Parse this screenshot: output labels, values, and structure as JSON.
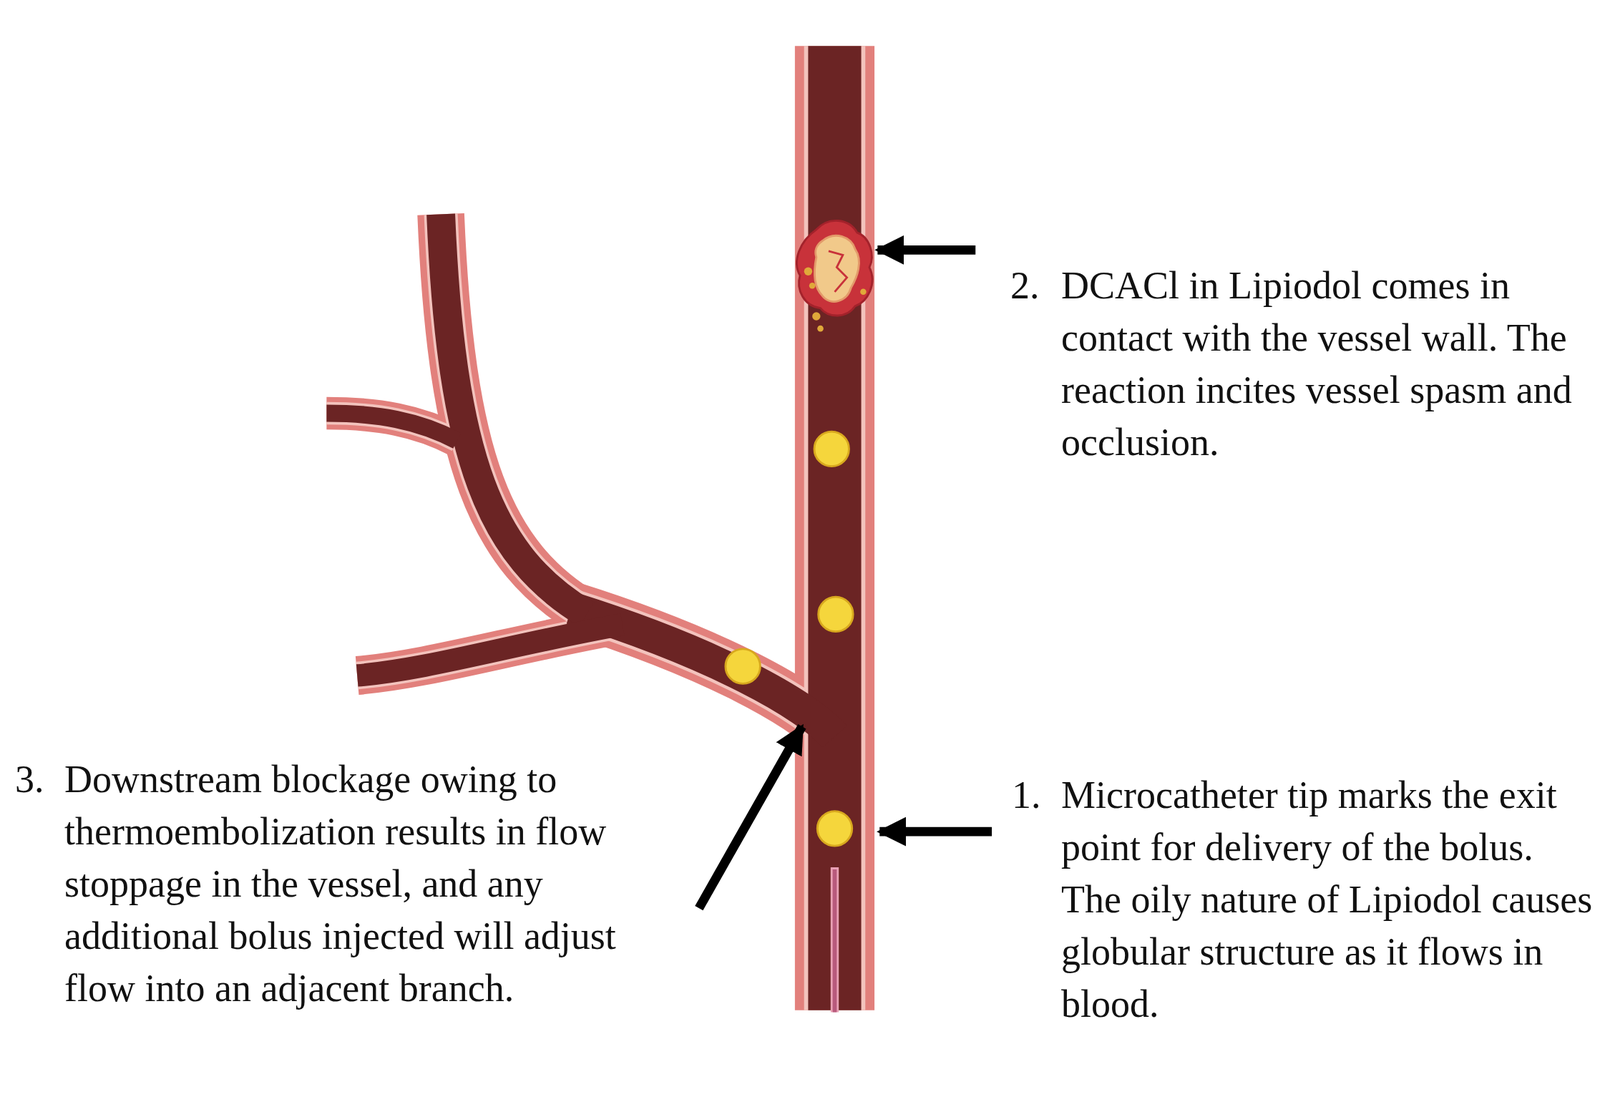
{
  "diagram": {
    "labels": [
      "2.",
      "DCACl in Lipiodol comes in contact with the vessel wall. The reaction incites vessel spasm and occlusion.",
      "3.",
      "Downstream blockage owing to thermoembolization results in flow stoppage in the vessel, and any additional bolus injected will adjust flow into an adjacent branch.",
      "1.",
      "Microcatheter tip marks the exit point for delivery of the bolus. The oily nature of Lipiodol causes globular structure as it flows in blood."
    ]
  }
}
